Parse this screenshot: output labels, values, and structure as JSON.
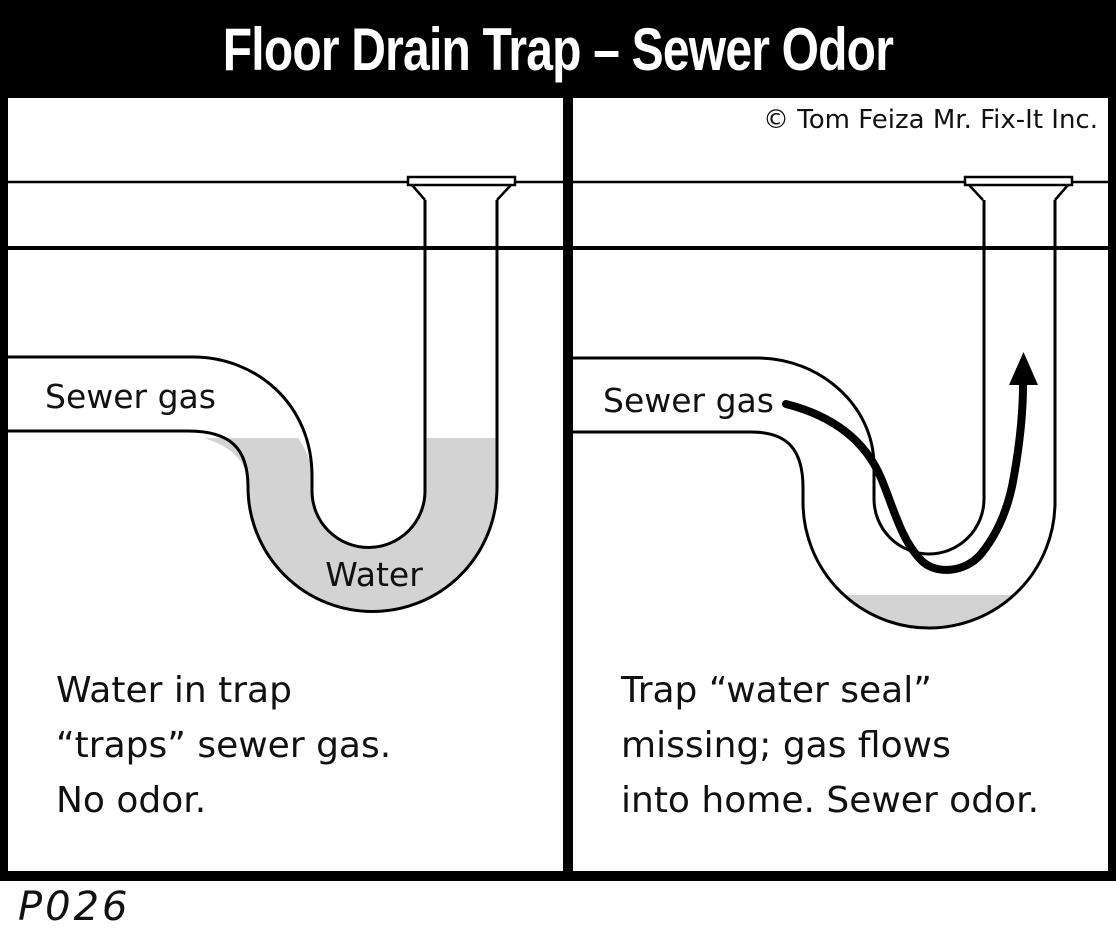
{
  "title": "Floor Drain Trap – Sewer Odor",
  "copyright": "© Tom Feiza Mr. Fix-It Inc.",
  "drawing_code": "P026",
  "colors": {
    "ink": "#000000",
    "background": "#ffffff",
    "water_gray": "#d3d3d3",
    "title_bar_bg": "#000000",
    "title_text": "#ffffff"
  },
  "icons": {
    "gas_flow_arrow": "up-arrow",
    "drain_flange": "floor-drain-flange"
  },
  "left_panel": {
    "sewer_gas_label": "Sewer gas",
    "water_label": "Water",
    "caption_line1": "Water in trap",
    "caption_line2": "“traps” sewer gas.",
    "caption_line3": "No odor."
  },
  "right_panel": {
    "sewer_gas_label": "Sewer gas",
    "caption_line1": "Trap “water seal”",
    "caption_line2": "missing; gas flows",
    "caption_line3": "into home. Sewer odor."
  }
}
